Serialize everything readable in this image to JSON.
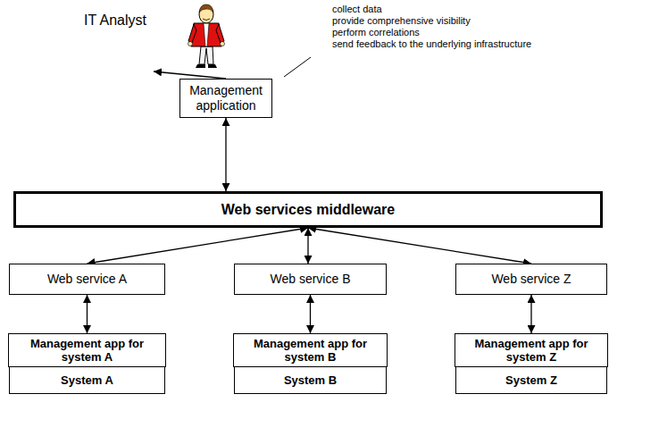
{
  "diagram": {
    "nodes": [
      {
        "text": [
          "IT Analyst"
        ]
      },
      {
        "text": [
          "Management application"
        ]
      },
      {
        "text": [
          "Web services middleware"
        ]
      },
      {
        "text": [
          "Web service A"
        ]
      },
      {
        "text": [
          "Web service B"
        ]
      },
      {
        "text": [
          "Web service Z"
        ]
      },
      {
        "text": [
          "Management app for system A"
        ]
      },
      {
        "text": [
          "Management app for system B"
        ]
      },
      {
        "text": [
          "Management app for system Z"
        ]
      },
      {
        "text": [
          "System A"
        ]
      },
      {
        "text": [
          "System B"
        ]
      },
      {
        "text": [
          "System Z"
        ]
      }
    ],
    "edges": [
      {
        "from": 1,
        "to": 0,
        "arrow": "to"
      },
      {
        "from": 1,
        "to": 2,
        "arrow": "both"
      },
      {
        "from": 2,
        "to": 3,
        "arrow": "both"
      },
      {
        "from": 2,
        "to": 4,
        "arrow": "both"
      },
      {
        "from": 2,
        "to": 5,
        "arrow": "both"
      },
      {
        "from": 3,
        "to": 6,
        "arrow": "both"
      },
      {
        "from": 4,
        "to": 7,
        "arrow": "both"
      },
      {
        "from": 5,
        "to": 8,
        "arrow": "both"
      }
    ],
    "labels": [
      "collect data",
      "provide comprehensive visibility",
      "perform correlations",
      "send feedback to the underlying infrastructure"
    ]
  }
}
